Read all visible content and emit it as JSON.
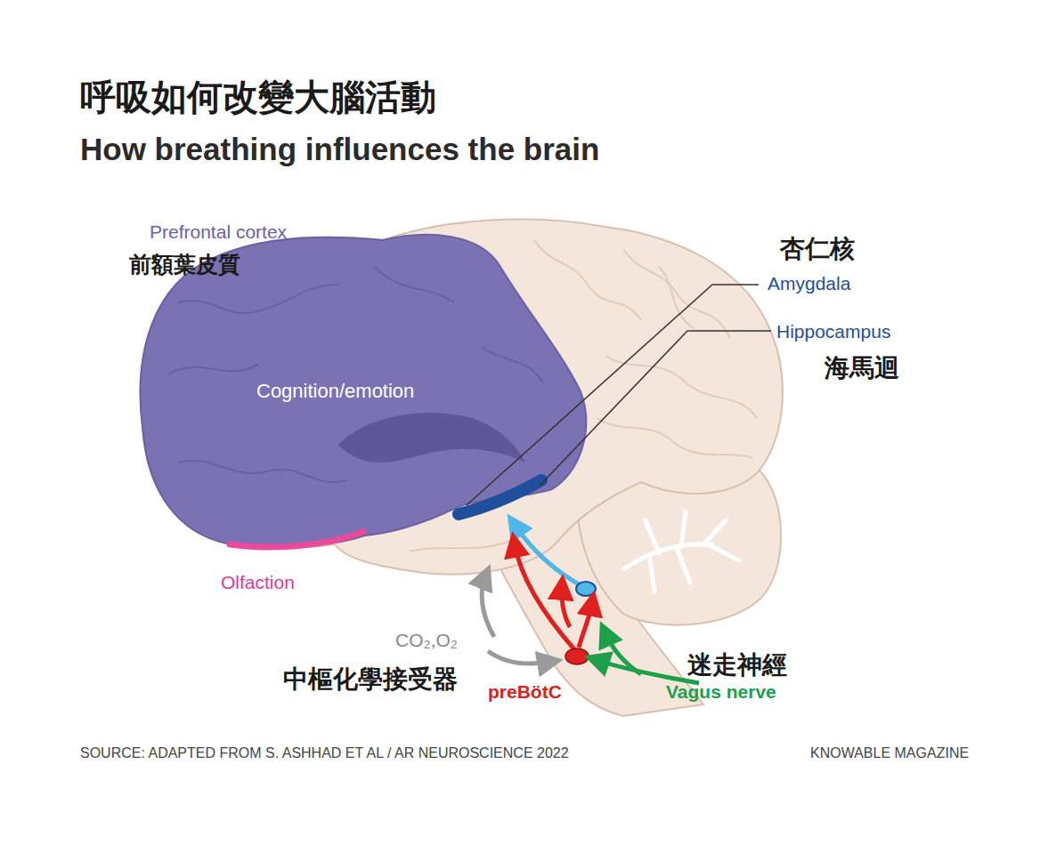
{
  "diagram": {
    "title": "呼吸如何改變大腦活動",
    "labels": [
      "How breathing influences the brain",
      "Prefrontal cortex",
      "前額葉皮質",
      "Cognition/emotion",
      "杏仁核",
      "Amygdala",
      "Hippocampus",
      "海馬迴",
      "Olfaction",
      "CO₂,O₂",
      "中樞化學接受器",
      "preBötC",
      "迷走神經",
      "Vagus nerve",
      "SOURCE: ADAPTED FROM S. ASHHAD ET AL / AR NEUROSCIENCE 2022",
      "KNOWABLE MAGAZINE"
    ]
  }
}
